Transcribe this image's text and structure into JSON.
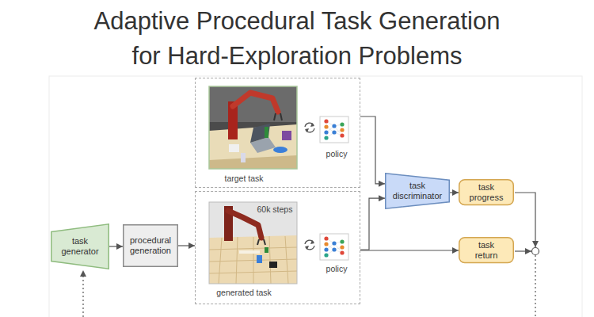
{
  "diagram": {
    "title": "Adaptive Procedural Task Generation for Hard-Exploration Problems",
    "nodes": [
      {
        "text": [
          "target task",
          "policy"
        ]
      },
      {
        "text": [
          "60k steps",
          "generated task",
          "policy"
        ]
      },
      {
        "text": [
          "task generator"
        ]
      },
      {
        "text": [
          "procedural generation"
        ]
      },
      {
        "text": [
          "task discriminator"
        ]
      },
      {
        "text": [
          "task progress"
        ]
      },
      {
        "text": [
          "task return"
        ]
      }
    ],
    "edges": [
      {
        "from": 2,
        "to": 3,
        "arrow": "to"
      },
      {
        "from": 3,
        "to": 1,
        "arrow": "to"
      },
      {
        "from": 0,
        "to": 4,
        "arrow": "to"
      },
      {
        "from": 1,
        "to": 4,
        "arrow": "to"
      },
      {
        "from": 4,
        "to": 5,
        "arrow": "to"
      },
      {
        "from": 1,
        "to": 6,
        "arrow": "to"
      }
    ]
  }
}
